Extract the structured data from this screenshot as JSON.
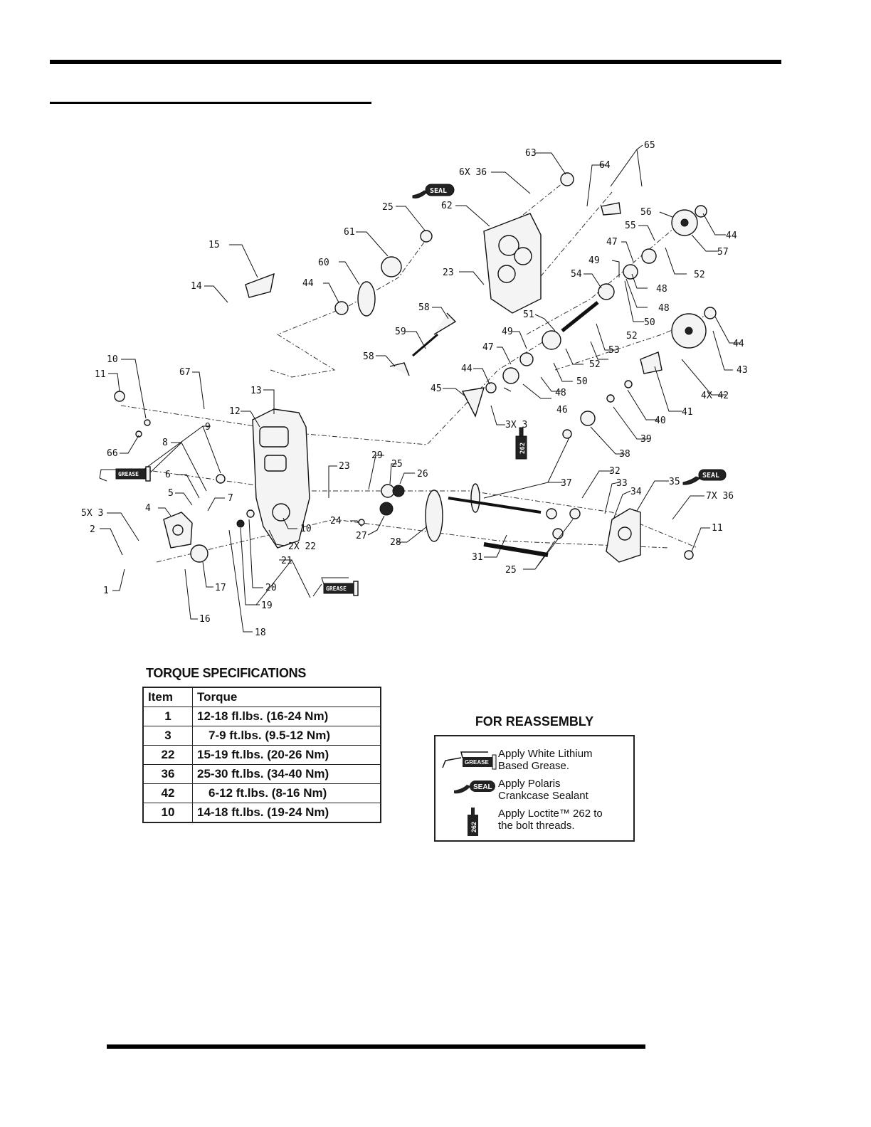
{
  "diagram": {
    "callouts": [
      {
        "id": "63",
        "text": "63"
      },
      {
        "id": "65",
        "text": "65"
      },
      {
        "id": "6x36",
        "text": "6X 36"
      },
      {
        "id": "64",
        "text": "64"
      },
      {
        "id": "62",
        "text": "62"
      },
      {
        "id": "25a",
        "text": "25"
      },
      {
        "id": "56",
        "text": "56"
      },
      {
        "id": "44a",
        "text": "44"
      },
      {
        "id": "57",
        "text": "57"
      },
      {
        "id": "55",
        "text": "55"
      },
      {
        "id": "52a",
        "text": "52"
      },
      {
        "id": "47a",
        "text": "47"
      },
      {
        "id": "48a",
        "text": "48"
      },
      {
        "id": "61",
        "text": "61"
      },
      {
        "id": "15",
        "text": "15"
      },
      {
        "id": "60",
        "text": "60"
      },
      {
        "id": "23a",
        "text": "23"
      },
      {
        "id": "49a",
        "text": "49"
      },
      {
        "id": "54",
        "text": "54"
      },
      {
        "id": "48b",
        "text": "48"
      },
      {
        "id": "50a",
        "text": "50"
      },
      {
        "id": "14",
        "text": "14"
      },
      {
        "id": "44b",
        "text": "44"
      },
      {
        "id": "58a",
        "text": "58"
      },
      {
        "id": "51",
        "text": "51"
      },
      {
        "id": "52b",
        "text": "52"
      },
      {
        "id": "53",
        "text": "53"
      },
      {
        "id": "59",
        "text": "59"
      },
      {
        "id": "49b",
        "text": "49"
      },
      {
        "id": "44c",
        "text": "44"
      },
      {
        "id": "47b",
        "text": "47"
      },
      {
        "id": "52c",
        "text": "52"
      },
      {
        "id": "50b",
        "text": "50"
      },
      {
        "id": "43",
        "text": "43"
      },
      {
        "id": "58b",
        "text": "58"
      },
      {
        "id": "10a",
        "text": "10"
      },
      {
        "id": "11a",
        "text": "11"
      },
      {
        "id": "67",
        "text": "67"
      },
      {
        "id": "44d",
        "text": "44"
      },
      {
        "id": "48c",
        "text": "48"
      },
      {
        "id": "4x42",
        "text": "4X 42"
      },
      {
        "id": "13",
        "text": "13"
      },
      {
        "id": "45",
        "text": "45"
      },
      {
        "id": "46",
        "text": "46"
      },
      {
        "id": "41",
        "text": "41"
      },
      {
        "id": "12",
        "text": "12"
      },
      {
        "id": "3x3",
        "text": "3X 3"
      },
      {
        "id": "40",
        "text": "40"
      },
      {
        "id": "9",
        "text": "9"
      },
      {
        "id": "39",
        "text": "39"
      },
      {
        "id": "66",
        "text": "66"
      },
      {
        "id": "8",
        "text": "8"
      },
      {
        "id": "38",
        "text": "38"
      },
      {
        "id": "23b",
        "text": "23"
      },
      {
        "id": "29",
        "text": "29"
      },
      {
        "id": "25b",
        "text": "25"
      },
      {
        "id": "26",
        "text": "26"
      },
      {
        "id": "32",
        "text": "32"
      },
      {
        "id": "6",
        "text": "6"
      },
      {
        "id": "37",
        "text": "37"
      },
      {
        "id": "33",
        "text": "33"
      },
      {
        "id": "35",
        "text": "35"
      },
      {
        "id": "34",
        "text": "34"
      },
      {
        "id": "7x36",
        "text": "7X 36"
      },
      {
        "id": "5",
        "text": "5"
      },
      {
        "id": "7",
        "text": "7"
      },
      {
        "id": "5x3",
        "text": "5X 3"
      },
      {
        "id": "4",
        "text": "4"
      },
      {
        "id": "2",
        "text": "2"
      },
      {
        "id": "24",
        "text": "24"
      },
      {
        "id": "10b",
        "text": "10"
      },
      {
        "id": "11b",
        "text": "11"
      },
      {
        "id": "27",
        "text": "27"
      },
      {
        "id": "2x22",
        "text": "2X 22"
      },
      {
        "id": "28",
        "text": "28"
      },
      {
        "id": "31",
        "text": "31"
      },
      {
        "id": "21",
        "text": "21"
      },
      {
        "id": "25c",
        "text": "25"
      },
      {
        "id": "1",
        "text": "1"
      },
      {
        "id": "17",
        "text": "17"
      },
      {
        "id": "20",
        "text": "20"
      },
      {
        "id": "19",
        "text": "19"
      },
      {
        "id": "16",
        "text": "16"
      },
      {
        "id": "18",
        "text": "18"
      }
    ],
    "icon_labels": {
      "seal": "SEAL",
      "grease": "GREASE",
      "loctite": "262"
    }
  },
  "torque_specs": {
    "title": "TORQUE SPECIFICATIONS",
    "headers": {
      "item": "Item",
      "torque": "Torque"
    },
    "rows": [
      {
        "item": "1",
        "torque": "12-18 fl.lbs. (16-24 Nm)"
      },
      {
        "item": "3",
        "torque": "7-9 ft.lbs.  (9.5-12 Nm)"
      },
      {
        "item": "22",
        "torque": "15-19 ft.lbs. (20-26 Nm)"
      },
      {
        "item": "36",
        "torque": "25-30 ft.lbs. (34-40 Nm)"
      },
      {
        "item": "42",
        "torque": "6-12 ft.lbs. (8-16 Nm)"
      },
      {
        "item": "10",
        "torque": "14-18 ft.lbs. (19-24 Nm)"
      }
    ]
  },
  "reassembly": {
    "title": "FOR REASSEMBLY",
    "items": [
      {
        "icon": "grease-gun-icon",
        "label": "GREASE",
        "text": "Apply White Lithium\nBased Grease."
      },
      {
        "icon": "sealant-tube-icon",
        "label": "SEAL",
        "text": "Apply Polaris\nCrankcase Sealant"
      },
      {
        "icon": "loctite-bottle-icon",
        "label": "262",
        "text": "Apply Loctite™  262 to\nthe bolt threads."
      }
    ]
  }
}
